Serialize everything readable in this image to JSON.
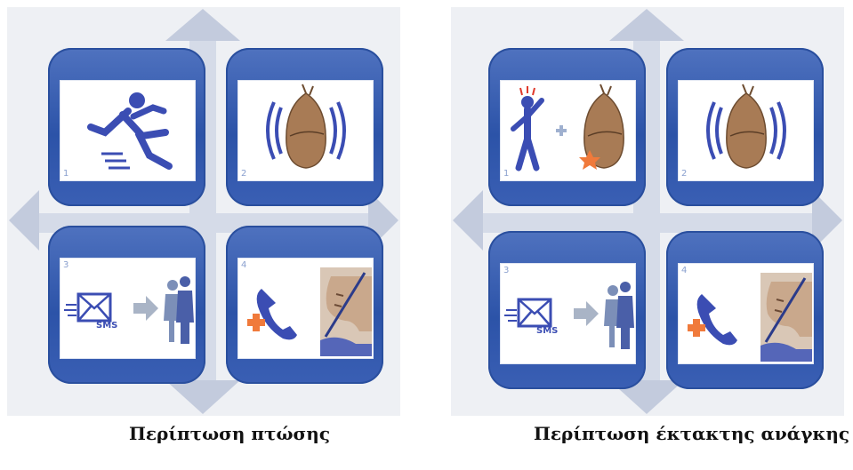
{
  "panels": [
    {
      "caption": "Περίπτωση πτώσης",
      "steps": [
        {
          "number": "1",
          "icon": "falling-person-icon"
        },
        {
          "number": "2",
          "icon": "vibrating-device-icon"
        },
        {
          "number": "3",
          "icon": "sms-to-contacts-icon",
          "sms_label": "SMS"
        },
        {
          "number": "4",
          "icon": "emergency-call-icon"
        }
      ]
    },
    {
      "caption": "Περίπτωση έκτακτης ανάγκης",
      "steps": [
        {
          "number": "1",
          "icon": "person-plus-device-press-icon"
        },
        {
          "number": "2",
          "icon": "vibrating-device-icon"
        },
        {
          "number": "3",
          "icon": "sms-to-contacts-icon",
          "sms_label": "SMS"
        },
        {
          "number": "4",
          "icon": "emergency-call-icon"
        }
      ]
    }
  ],
  "colors": {
    "tile_blue": "#2c53a8",
    "icon_blue": "#3b4db3",
    "arrow_gray": "#c7cfe0",
    "device_brown": "#a87b55",
    "accent_orange": "#f07a3b"
  }
}
